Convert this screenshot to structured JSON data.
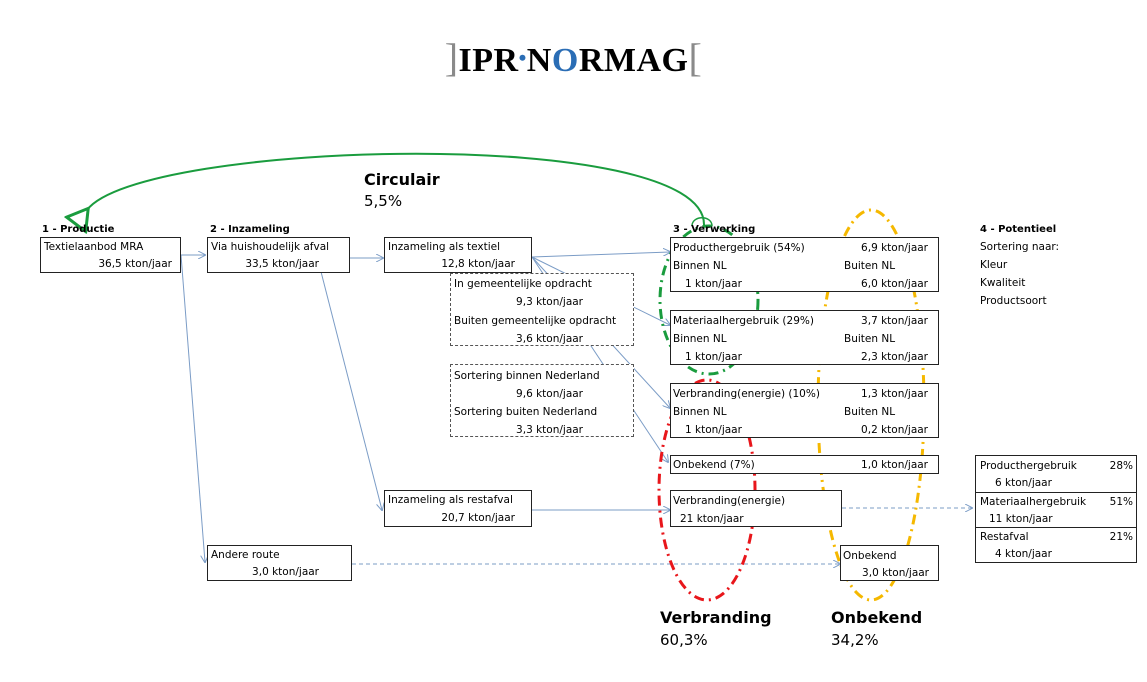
{
  "logo": {
    "left_bracket": "]",
    "part1": "IPR",
    "dot": "•",
    "part2": "N",
    "ring": "O",
    "part3": "RMAG",
    "right_bracket": "["
  },
  "headers": {
    "productie": "1 - Productie",
    "inzameling": "2 - Inzameling",
    "verwerking": "3 - Verwerking",
    "potentieel": "4 - Potentieel"
  },
  "productie": {
    "label": "Textielaanbod MRA",
    "value": "36,5  kton/jaar"
  },
  "huishoudelijk": {
    "label": "Via huishoudelijk afval",
    "value": "33,5  kton/jaar"
  },
  "andere_route": {
    "label": "Andere route",
    "value": "3,0  kton/jaar"
  },
  "textiel": {
    "label": "Inzameling als textiel",
    "value": "12,8  kton/jaar"
  },
  "restafval": {
    "label": "Inzameling als restafval",
    "value": "20,7  kton/jaar"
  },
  "gemeentelijk": {
    "in_label": "In gemeentelijke opdracht",
    "in_value": "9,3  kton/jaar",
    "buiten_label": "Buiten gemeentelijke opdracht",
    "buiten_value": "3,6  kton/jaar"
  },
  "sortering": {
    "binnen_label": "Sortering binnen Nederland",
    "binnen_value": "9,6  kton/jaar",
    "buiten_label": "Sortering buiten Nederland",
    "buiten_value": "3,3  kton/jaar"
  },
  "verwerking": {
    "product": {
      "label": "Producthergebruik (54%)",
      "total": "6,9  kton/jaar",
      "binnen": "Binnen NL",
      "buiten": "Buiten NL",
      "binnen_val": "1  kton/jaar",
      "buiten_val": "6,0  kton/jaar"
    },
    "materiaal": {
      "label": "Materiaalhergebruik (29%)",
      "total": "3,7  kton/jaar",
      "binnen": "Binnen NL",
      "buiten": "Buiten NL",
      "binnen_val": "1  kton/jaar",
      "buiten_val": "2,3  kton/jaar"
    },
    "verbranding": {
      "label": "Verbranding(energie) (10%)",
      "total": "1,3  kton/jaar",
      "binnen": "Binnen NL",
      "buiten": "Buiten NL",
      "binnen_val": "1  kton/jaar",
      "buiten_val": "0,2  kton/jaar"
    },
    "onbekend": {
      "label": "Onbekend (7%)",
      "total": "1,0  kton/jaar"
    },
    "verbranding_rest": {
      "label": "Verbranding(energie)",
      "value": "21  kton/jaar"
    },
    "onbekend_rest": {
      "label": "Onbekend",
      "value": "3,0  kton/jaar"
    }
  },
  "potentieel": {
    "intro": "Sortering naar:",
    "items": [
      "Kleur",
      "Kwaliteit",
      "Productsoort"
    ],
    "rows": [
      {
        "label": "Producthergebruik",
        "pct": "28%",
        "value": "6  kton/jaar"
      },
      {
        "label": "Materiaalhergebruik",
        "pct": "51%",
        "value": "11  kton/jaar"
      },
      {
        "label": "Restafval",
        "pct": "21%",
        "value": "4  kton/jaar"
      }
    ]
  },
  "summary": {
    "circulair_label": "Circulair",
    "circulair_pct": "5,5%",
    "verbranding_label": "Verbranding",
    "verbranding_pct": "60,3%",
    "onbekend_label": "Onbekend",
    "onbekend_pct": "34,2%"
  },
  "colors": {
    "arrow": "#7b9cc6",
    "green": "#1a9c3e",
    "red": "#e8161b",
    "yellow": "#f5b800"
  }
}
